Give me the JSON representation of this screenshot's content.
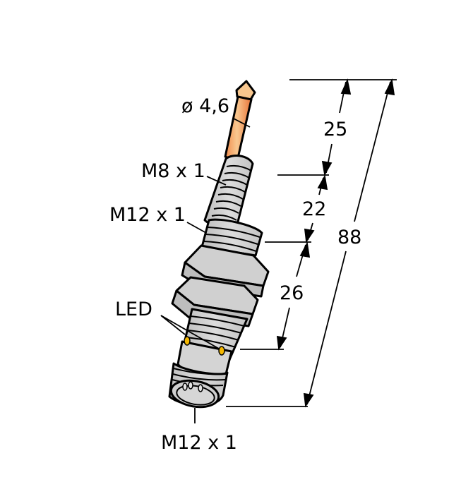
{
  "diagram": {
    "title": "Inductive sensor dimension drawing",
    "labels": {
      "probe_diameter": "ø 4,6",
      "thread_top": "M8 x 1",
      "thread_mid": "M12 x 1",
      "led": "LED",
      "connector_thread": "M12 x 1"
    },
    "dimensions": {
      "d1": "25",
      "d2": "22",
      "d3": "26",
      "total": "88"
    },
    "colors": {
      "probe": "#F4A460",
      "probe_dark": "#E07A3C",
      "metal": "#D0D0D0",
      "led": "#F5B800",
      "line": "#000000"
    }
  }
}
